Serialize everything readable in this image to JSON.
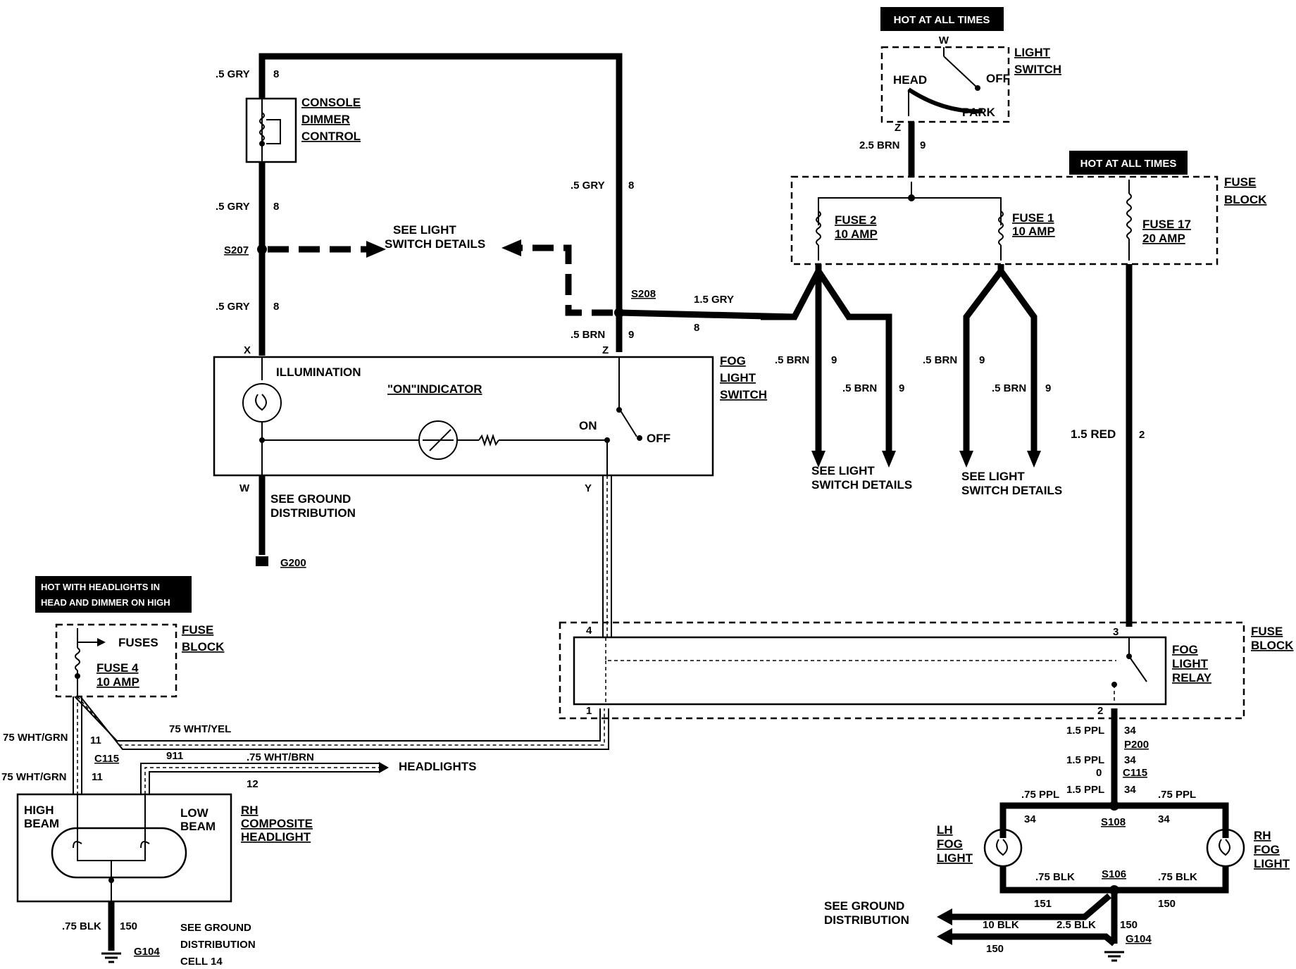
{
  "hot_labels": {
    "hot_all_times_1": "HOT AT ALL TIMES",
    "hot_all_times_2": "HOT AT ALL TIMES",
    "hot_headlights_line1": "HOT WITH HEADLIGHTS IN",
    "hot_headlights_line2": "HEAD AND DIMMER ON HIGH"
  },
  "components": {
    "light_switch": {
      "name_line1": "LIGHT",
      "name_line2": "SWITCH",
      "head": "HEAD",
      "off": "OFF",
      "park": "PARK",
      "pin_w": "W",
      "pin_z": "Z"
    },
    "fuse_block_top": {
      "name_line1": "FUSE",
      "name_line2": "BLOCK",
      "fuse2_name": "FUSE 2",
      "fuse2_rating": "10 AMP",
      "fuse1_name": "FUSE 1",
      "fuse1_rating": "10 AMP",
      "fuse17_name": "FUSE 17",
      "fuse17_rating": "20 AMP"
    },
    "console_dimmer": {
      "line1": "CONSOLE",
      "line2": "DIMMER",
      "line3": "CONTROL"
    },
    "fog_light_switch": {
      "line1": "FOG",
      "line2": "LIGHT",
      "line3": "SWITCH",
      "illumination": "ILLUMINATION",
      "on_indicator": "\"ON\"INDICATOR",
      "on": "ON",
      "off": "OFF",
      "pin_x": "X",
      "pin_z": "Z",
      "pin_w": "W",
      "pin_y": "Y"
    },
    "fuse_block_left": {
      "name_line1": "FUSE",
      "name_line2": "BLOCK",
      "fuses": "FUSES",
      "fuse4_name": "FUSE 4",
      "fuse4_rating": "10 AMP"
    },
    "fog_light_relay": {
      "line1": "FOG",
      "line2": "LIGHT",
      "line3": "RELAY",
      "block_line1": "FUSE",
      "block_line2": "BLOCK",
      "pin4": "4",
      "pin3": "3",
      "pin1": "1",
      "pin2": "2"
    },
    "rh_headlight": {
      "line1": "RH",
      "line2": "COMPOSITE",
      "line3": "HEADLIGHT",
      "high1": "HIGH",
      "high2": "BEAM",
      "low1": "LOW",
      "low2": "BEAM"
    },
    "lh_fog": {
      "line1": "LH",
      "line2": "FOG",
      "line3": "LIGHT"
    },
    "rh_fog": {
      "line1": "RH",
      "line2": "FOG",
      "line3": "LIGHT"
    }
  },
  "notes": {
    "see_light_switch_1a": "SEE LIGHT",
    "see_light_switch_1b": "SWITCH DETAILS",
    "see_light_switch_2a": "SEE LIGHT",
    "see_light_switch_2b": "SWITCH DETAILS",
    "see_light_switch_3a": "SEE LIGHT",
    "see_light_switch_3b": "SWITCH DETAILS",
    "see_ground_1a": "SEE GROUND",
    "see_ground_1b": "DISTRIBUTION",
    "see_ground_2a": "SEE GROUND",
    "see_ground_2b": "DISTRIBUTION",
    "see_ground_3a": "SEE GROUND",
    "see_ground_3b": "DISTRIBUTION",
    "see_ground_3c": "CELL 14",
    "headlights": "HEADLIGHTS"
  },
  "splices": {
    "s207": "S207",
    "s208": "S208",
    "s108": "S108",
    "s106": "S106",
    "g200": "G200",
    "g104a": "G104",
    "g104b": "G104",
    "c115a": "C115",
    "c115b": "C115",
    "p200": "P200",
    "pin_0": "0"
  },
  "wires": {
    "gry_top": ".5 GRY",
    "gry_top_n": "8",
    "gry_2": ".5 GRY",
    "gry_2_n": "8",
    "gry_3": ".5 GRY",
    "gry_3_n": "8",
    "gry_right": ".5 GRY",
    "gry_right_n": "8",
    "brn_s208": ".5 BRN",
    "brn_s208_n": "9",
    "gry15": "1.5 GRY",
    "gry15_n": "8",
    "brn25": "2.5 BRN",
    "brn25_n": "9",
    "brn_a": ".5 BRN",
    "brn_a_n": "9",
    "brn_b": ".5 BRN",
    "brn_b_n": "9",
    "brn_c": ".5 BRN",
    "brn_c_n": "9",
    "brn_d": ".5 BRN",
    "brn_d_n": "9",
    "red15": "1.5 RED",
    "red15_n": "2",
    "wht_grn_1": "75 WHT/GRN",
    "wht_grn_1_n": "11",
    "wht_grn_2": "75 WHT/GRN",
    "wht_grn_2_n": "11",
    "wht_yel": "75 WHT/YEL",
    "n911": "911",
    "wht_brn": ".75 WHT/BRN",
    "wht_brn_n": "12",
    "ppl15_a": "1.5 PPL",
    "ppl15_a_n": "34",
    "ppl15_b": "1.5 PPL",
    "ppl15_b_n": "34",
    "ppl15_c": "1.5 PPL",
    "ppl15_c_n": "34",
    "ppl75_l": ".75 PPL",
    "ppl75_l_n": "34",
    "ppl75_r": ".75 PPL",
    "ppl75_r_n": "34",
    "blk75_l": ".75 BLK",
    "blk75_r": ".75 BLK",
    "blk75_r_n": "150",
    "n151": "151",
    "blk10": "10 BLK",
    "blk25": "2.5 BLK",
    "blk25_n": "150",
    "n150_b": "150",
    "blk_hl": ".75 BLK",
    "blk_hl_n": "150"
  }
}
